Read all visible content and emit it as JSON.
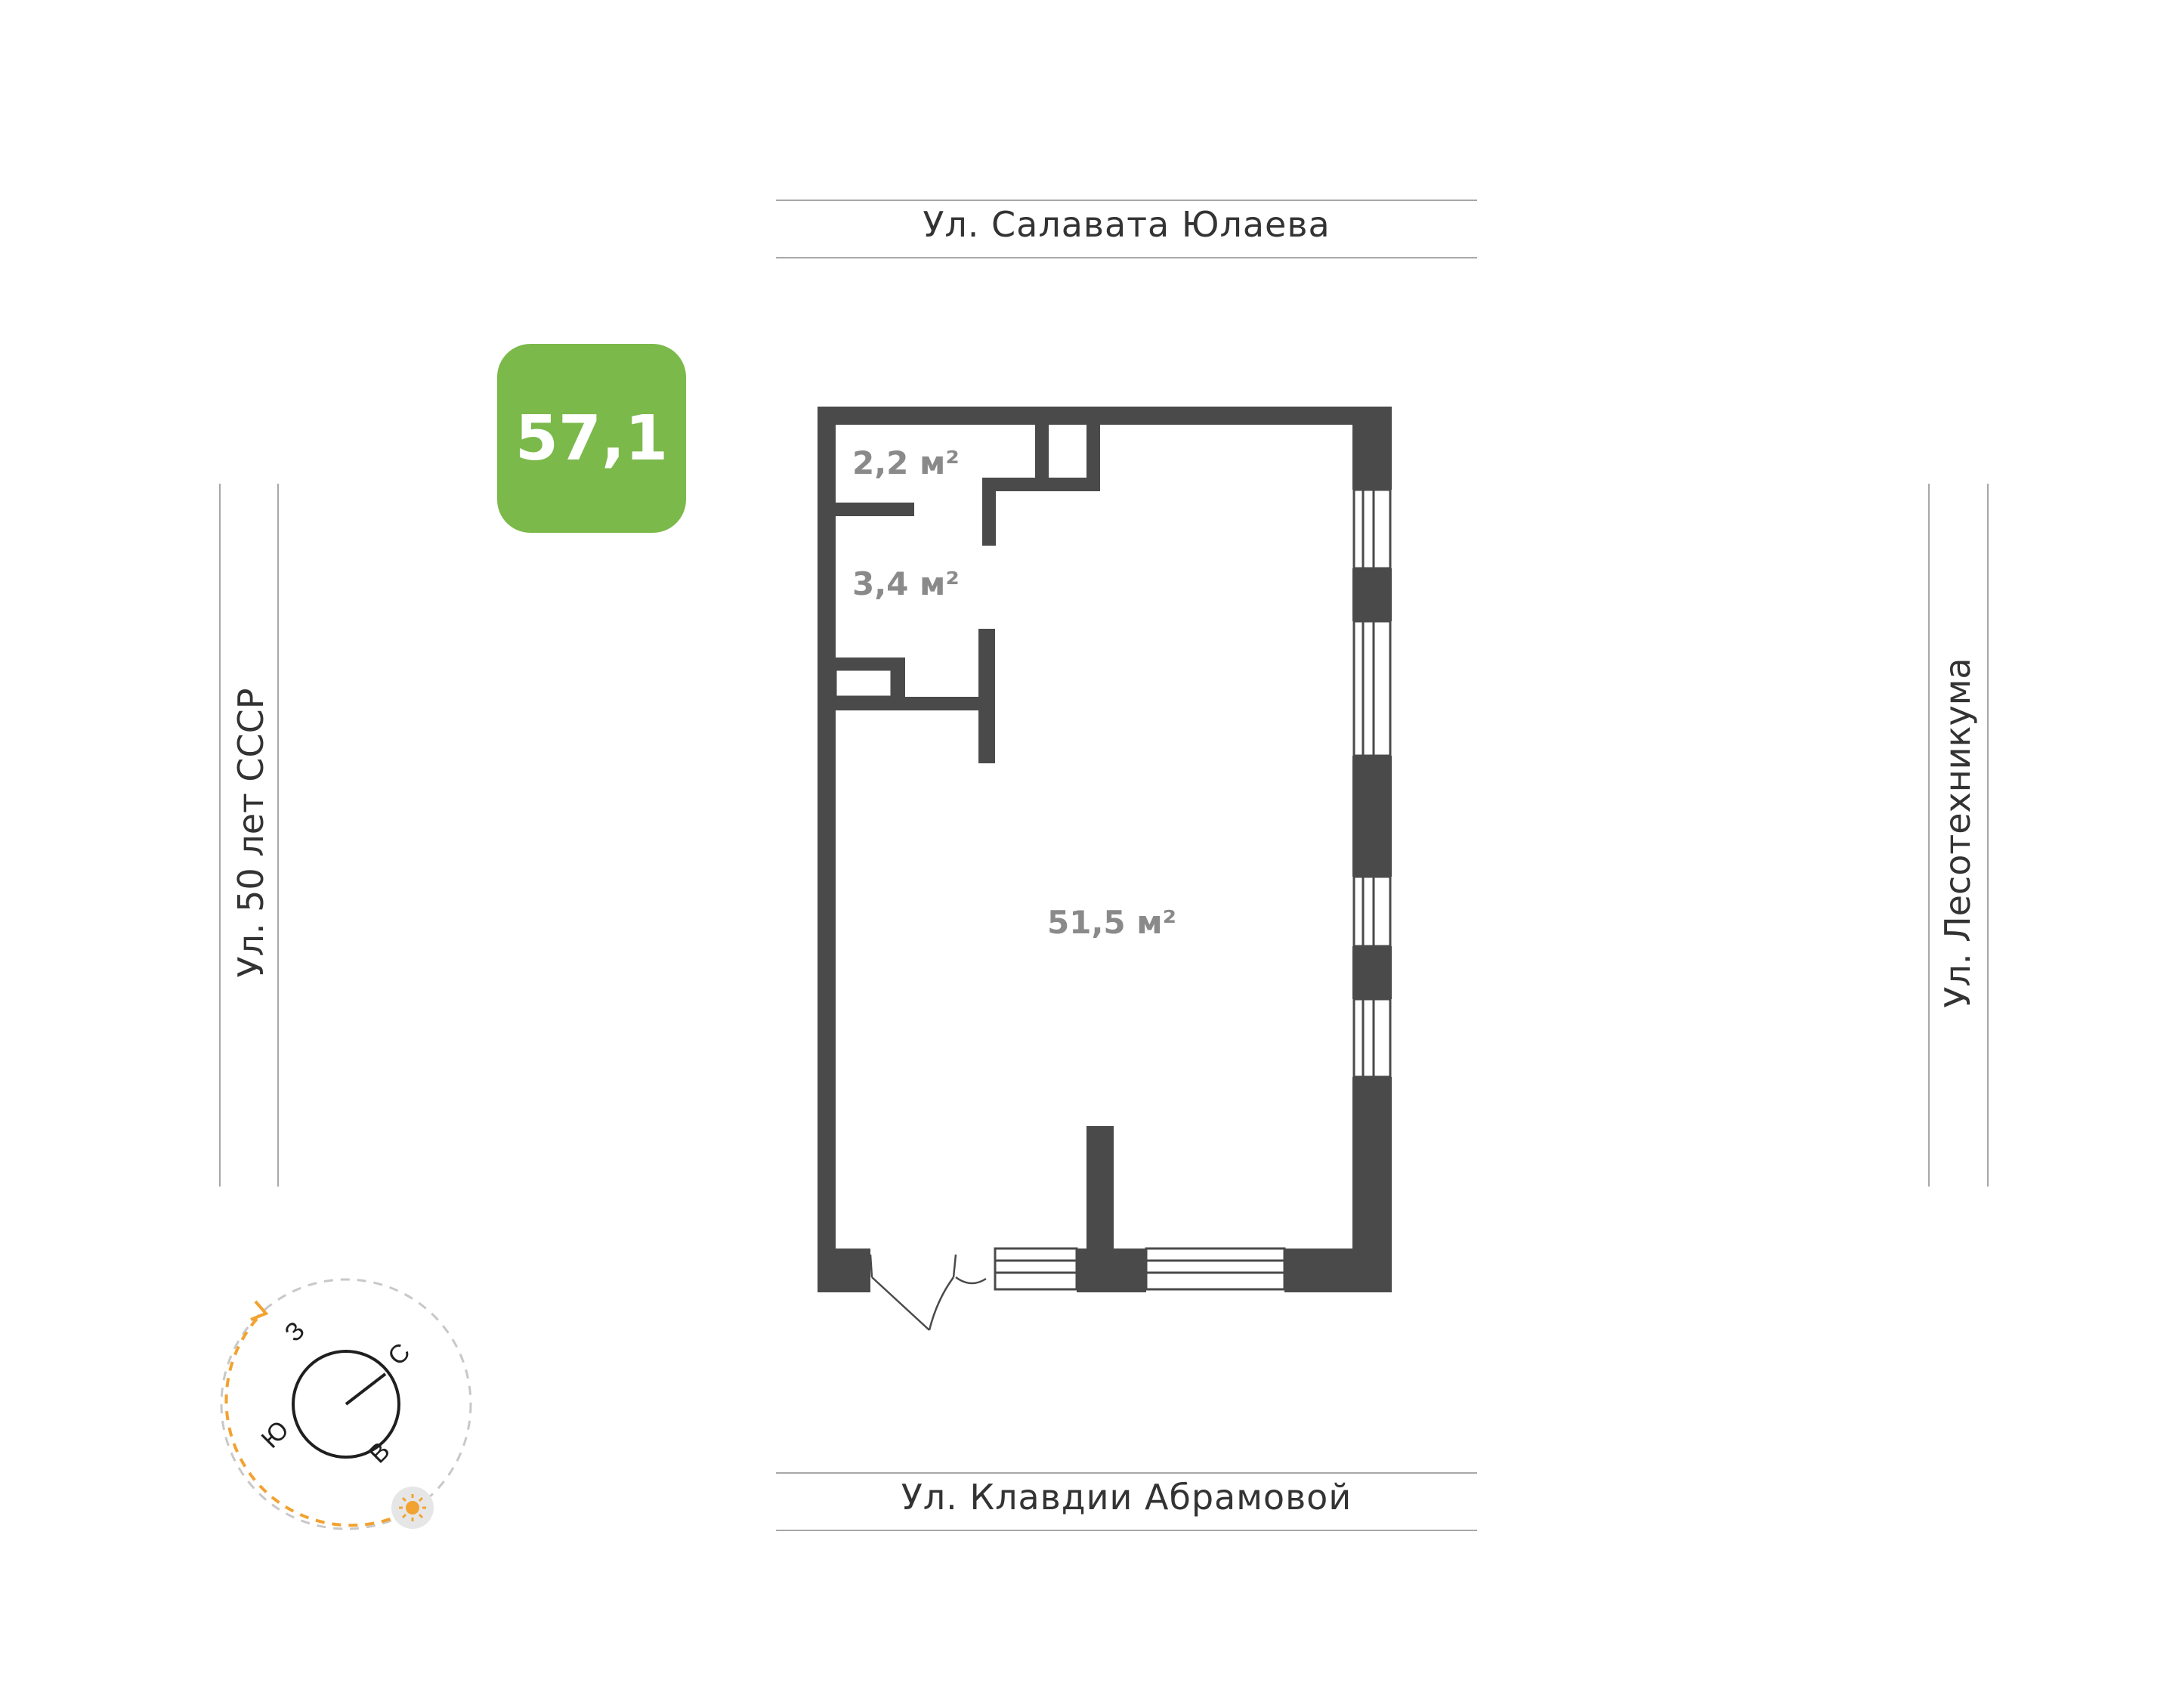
{
  "total_area": "57,1",
  "streets": {
    "north": "Ул. Салавата Юлаева",
    "south": "Ул. Клавдии Абрамовой",
    "west": "Ул. 50 лет СССР",
    "east": "Ул. Лесотехникума"
  },
  "rooms": [
    {
      "area": "2,2 м²"
    },
    {
      "area": "3,4 м²"
    },
    {
      "area": "51,5 м²"
    }
  ],
  "compass": {
    "labels": {
      "west": "З",
      "north": "С",
      "east": "В",
      "south": "Ю"
    },
    "icon": "sun-icon"
  },
  "colors": {
    "badge": "#7ab94a",
    "wall": "#4a4a4a",
    "sun_path": "#f2a230"
  }
}
